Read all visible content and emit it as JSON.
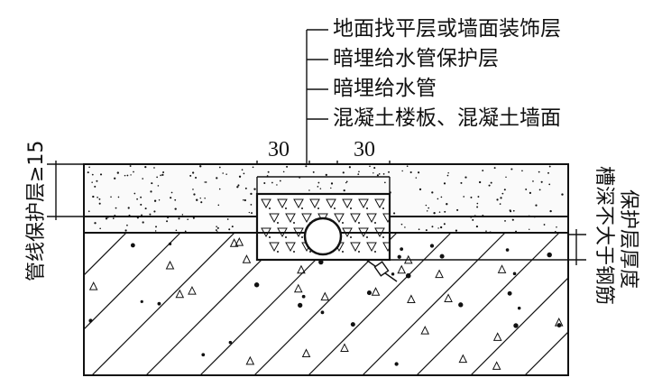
{
  "leaders": [
    {
      "label": "地面找平层或墙面装饰层"
    },
    {
      "label": "暗埋给水管保护层"
    },
    {
      "label": "暗埋给水管"
    },
    {
      "label": "混凝土楼板、混凝土墙面"
    }
  ],
  "dimensions": {
    "left_width": "30",
    "right_width": "30",
    "cover_label": "管线保护层≥15",
    "groove_label_line1": "槽深不大于钢筋",
    "groove_label_line2": "保护层厚度"
  },
  "colors": {
    "ink": "#111111",
    "background": "#ffffff"
  }
}
